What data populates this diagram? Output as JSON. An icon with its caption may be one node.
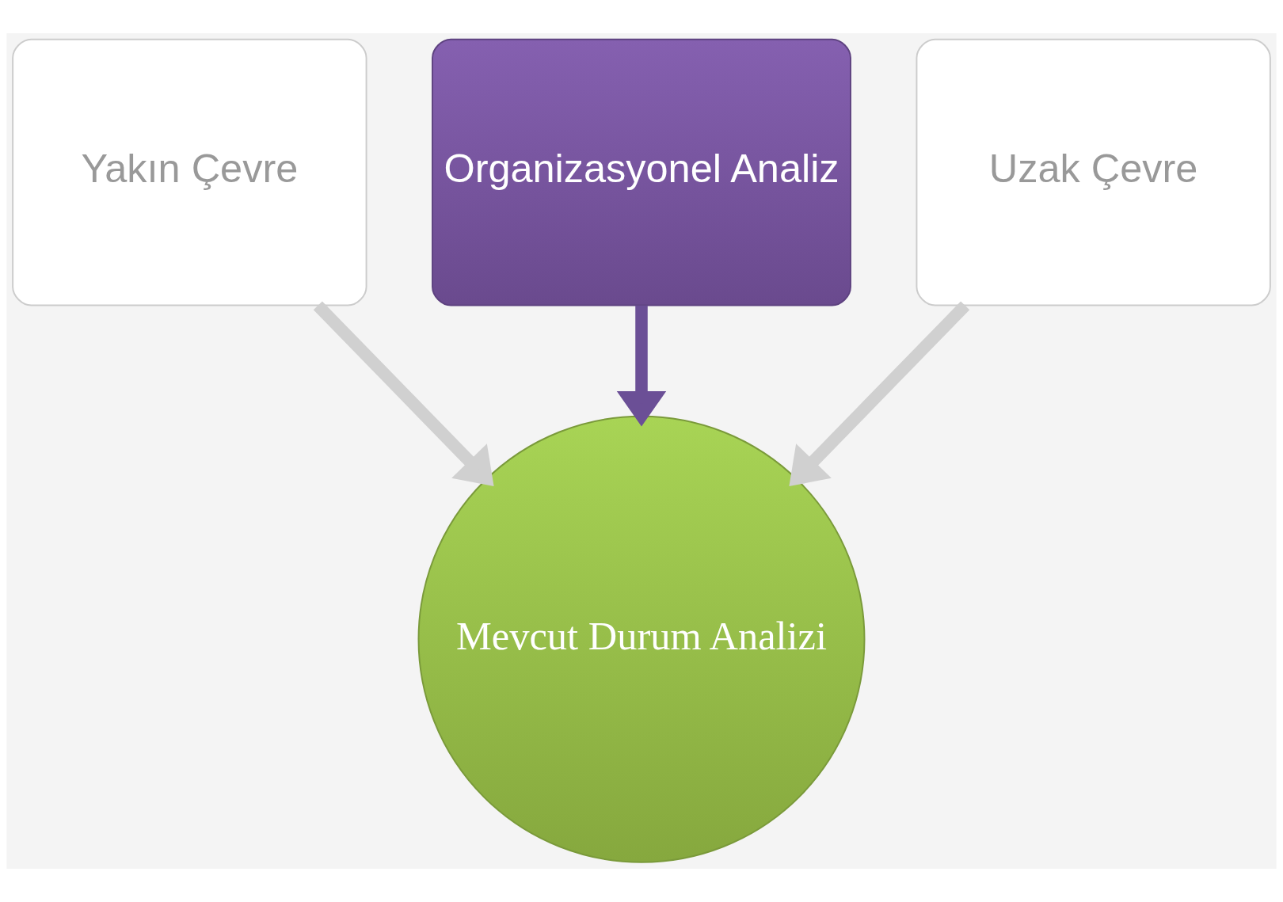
{
  "diagram": {
    "nodes": [
      {
        "text": [
          "Yakın Çevre"
        ]
      },
      {
        "text": [
          "Organizasyonel Analiz"
        ]
      },
      {
        "text": [
          "Uzak Çevre"
        ]
      },
      {
        "text": [
          "Mevcut Durum Analizi"
        ]
      }
    ],
    "edges": [
      {
        "from": 0,
        "to": 3,
        "arrow": "to"
      },
      {
        "from": 1,
        "to": 3,
        "arrow": "to",
        "color": "#6b4f96"
      },
      {
        "from": 2,
        "to": 3,
        "arrow": "to"
      }
    ]
  }
}
